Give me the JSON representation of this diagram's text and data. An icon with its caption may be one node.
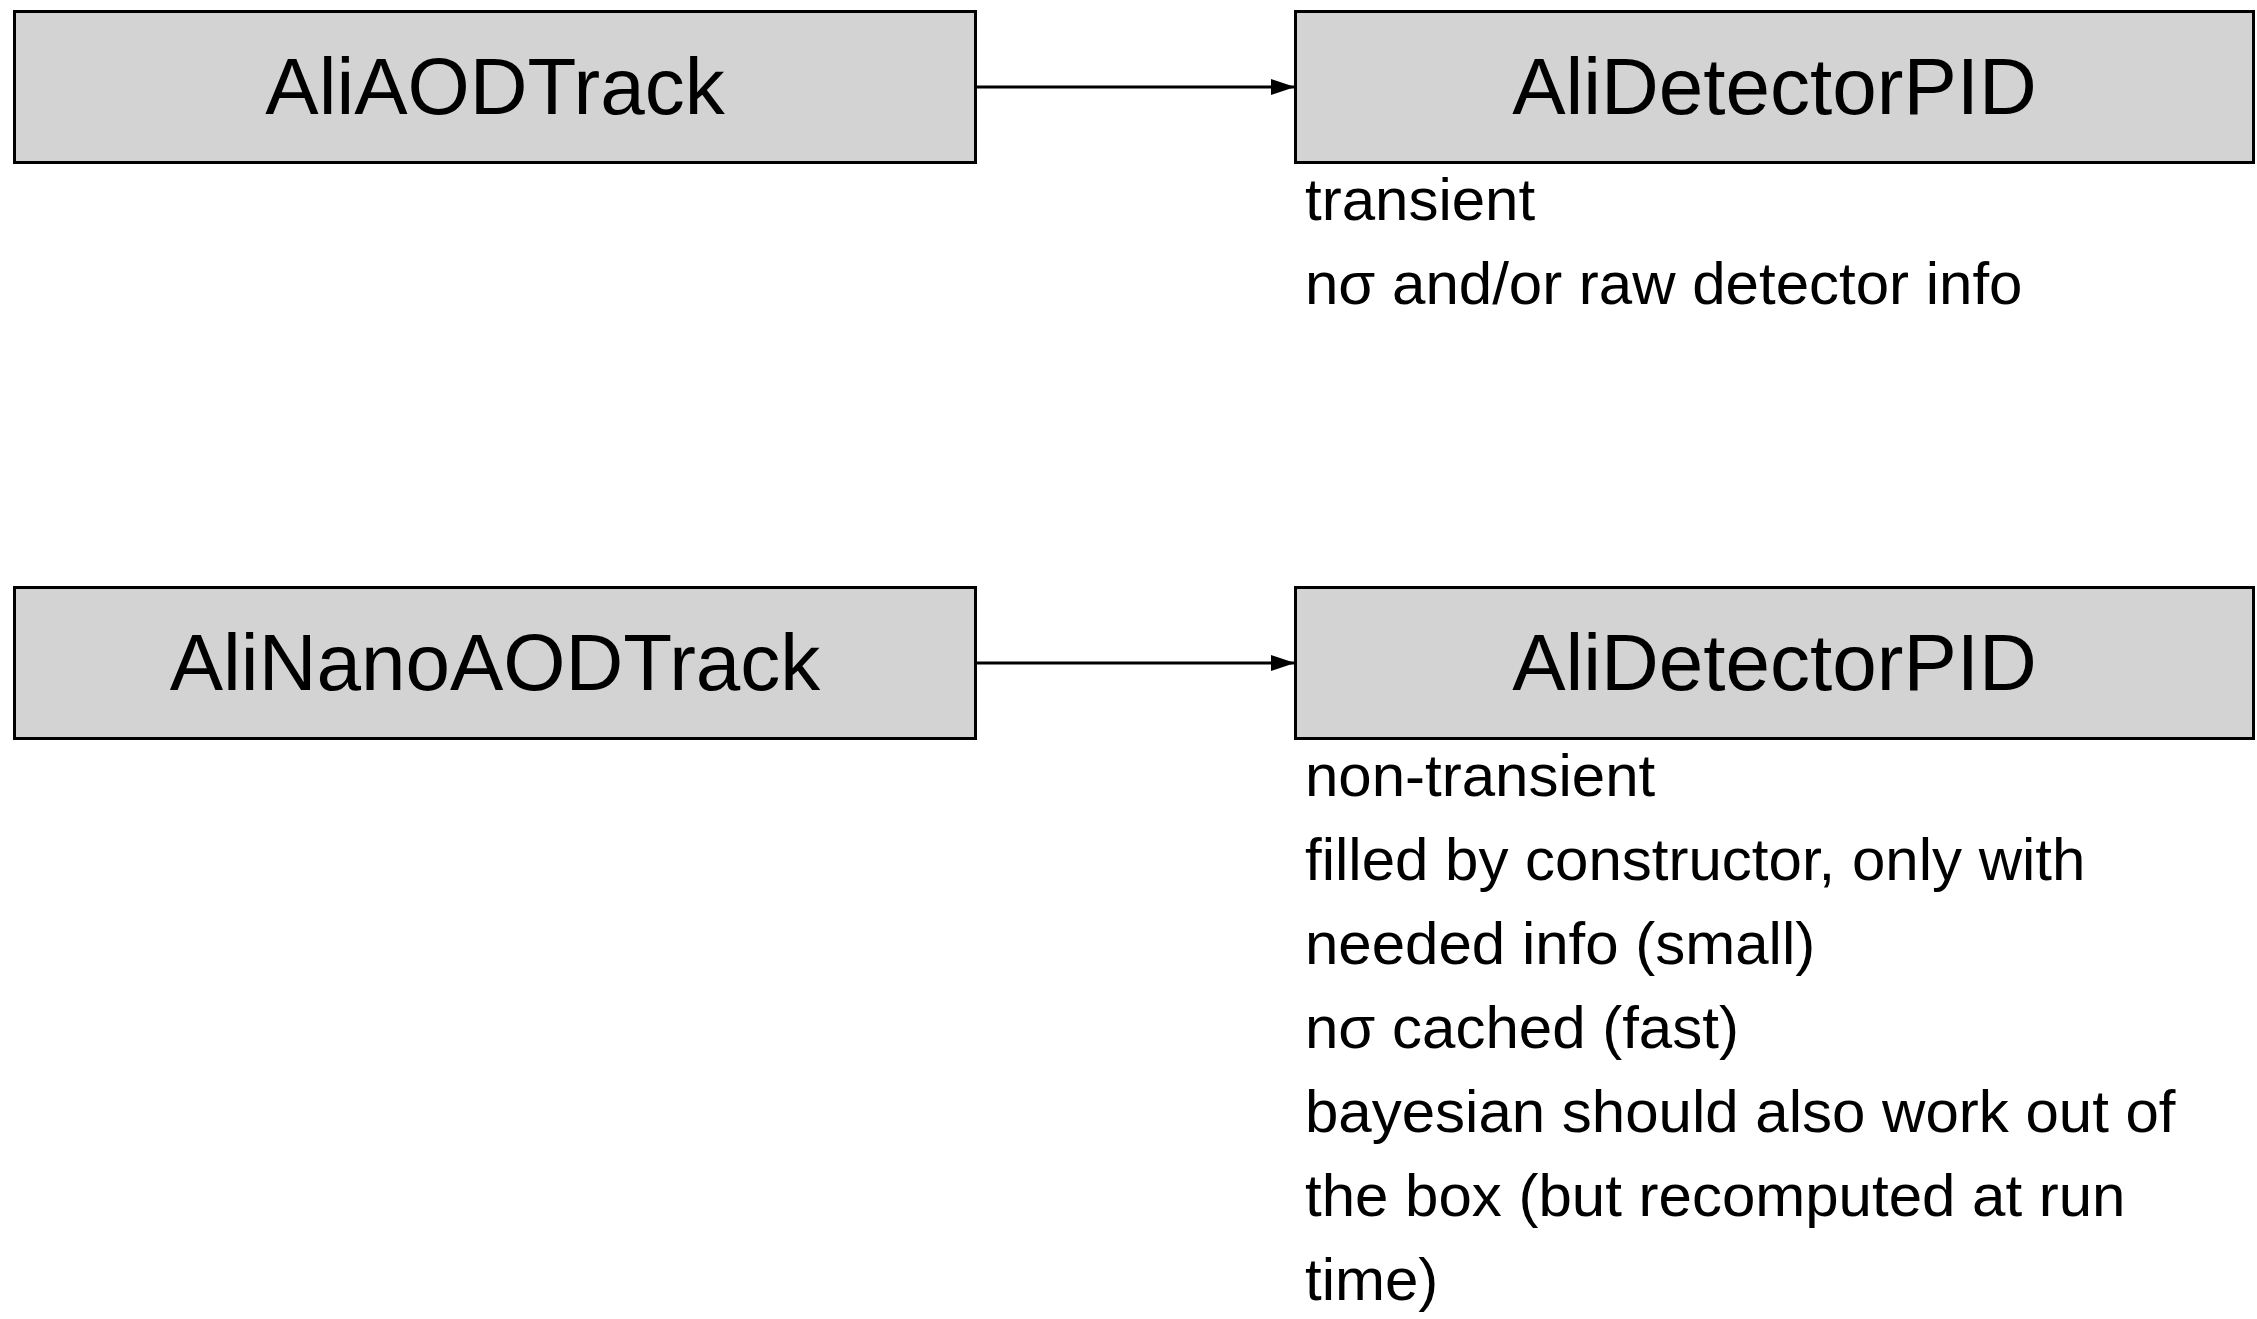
{
  "diagram": {
    "nodes": [
      {
        "text": [
          "AliAODTrack"
        ]
      },
      {
        "text": [
          "AliDetectorPID"
        ],
        "beside": [
          "transient",
          "nσ and/or raw detector info"
        ]
      },
      {
        "text": [
          "AliNanoAODTrack"
        ]
      },
      {
        "text": [
          "AliDetectorPID"
        ],
        "beside": [
          "non-transient",
          "filled by constructor, only with needed info (small)",
          "nσ cached (fast)",
          "bayesian should also work out of the box (but recomputed at run time)"
        ]
      }
    ],
    "edges": [
      {
        "from": 0,
        "to": 1,
        "arrow": "to"
      },
      {
        "from": 2,
        "to": 3,
        "arrow": "to"
      }
    ]
  }
}
